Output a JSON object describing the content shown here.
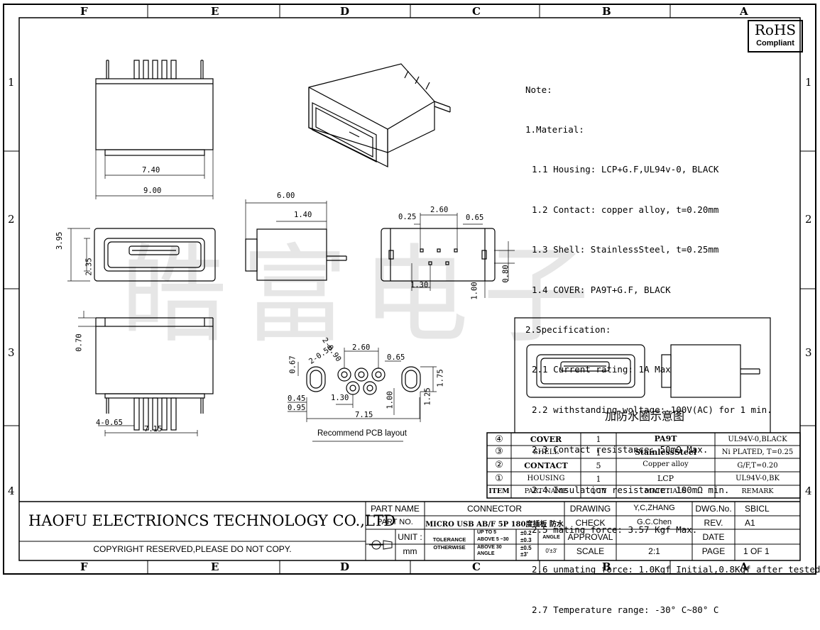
{
  "frame": {
    "top_zones": [
      "F",
      "E",
      "D",
      "C",
      "B",
      "A"
    ],
    "bottom_zones": [
      "F",
      "E",
      "D",
      "C",
      "B",
      "A"
    ],
    "left_zones": [
      "1",
      "2",
      "3",
      "4"
    ],
    "right_zones": [
      "1",
      "2",
      "3",
      "4"
    ]
  },
  "rohs": {
    "line1": "RoHS",
    "line2": "Compliant"
  },
  "watermark": "皓富电子",
  "notes": {
    "title": "Note:",
    "lines": [
      "1.Material:",
      "1.1 Housing: LCP+G.F,UL94v-0, BLACK",
      "1.2 Contact: copper alloy, t=0.20mm",
      "1.3 Shell: StainlessSteel, t=0.25mm",
      "1.4 COVER: PA9T+G.F, BLACK",
      "2.Specification:",
      "2.1 Current rating: 1A Max",
      "2.2 withstanding woltage: 100V(AC) for 1 min.",
      "2.3 Contact resistance: 50mΩ Max.",
      "2.4 Insulation resistance: 100mΩ min.",
      "2.5 mating force: 3.57 Kgf Max.",
      "2.6 unmating force: 1.0Kgf Initial,0.8Kgf after tested.",
      "2.7 Temperature range: -30° C~80° C"
    ]
  },
  "dims": {
    "d740": "7.40",
    "d900": "9.00",
    "d600": "6.00",
    "d140": "1.40",
    "d395": "3.95",
    "d235": "2.35",
    "d025": "0.25",
    "d260": "2.60",
    "d065": "0.65",
    "d080": "0.80",
    "d130": "1.30",
    "d100": "1.00",
    "d070": "0.70",
    "d465": "4-0.65",
    "d715": "7.15",
    "p090": "2-0.90",
    "p050": "2-0.50",
    "p260": "2.60",
    "p065": "0.65",
    "p067": "0.67",
    "p175": "1.75",
    "p045": "0.45",
    "p095": "0.95",
    "p130": "1.30",
    "p100": "1.00",
    "p125": "1.25",
    "p715": "7.15"
  },
  "pcb_label": "Recommend PCB layout",
  "waterproof_label": "加防水圈示意图",
  "bom": {
    "rows": [
      {
        "item": "④",
        "name": "COVER",
        "qty": "1",
        "material": "PA9T",
        "remark": "UL94V-0,BLACK"
      },
      {
        "item": "③",
        "name": "SHELL",
        "qty": "1",
        "material": "StainlessSteel",
        "remark": "Ni PLATED, T=0.25"
      },
      {
        "item": "②",
        "name": "CONTACT",
        "qty": "5",
        "material": "Copper alloy",
        "remark": "G/F,T=0.20"
      },
      {
        "item": "①",
        "name": "HOUSING",
        "qty": "1",
        "material": "LCP",
        "remark": "UL94V-0,BK"
      }
    ],
    "header": {
      "item": "ITEM",
      "name": "PART NAME",
      "qty": "Q'TY",
      "material": "MATETIALS",
      "remark": "REMARK"
    }
  },
  "title_block": {
    "company": "HAOFU ELECTRIONCS TECHNOLOGY CO.,LTD",
    "copyright": "COPYRIGHT RESERVED,PLEASE DO NOT COPY.",
    "part_name_label": "PART NAME",
    "part_name": "CONNECTOR",
    "part_no_label": "PART NO.",
    "part_no": "MICRO USB AB/F 5P 180度插板 防水",
    "unit_label": "UNIT :",
    "unit": "mm",
    "tolerance": "TOLERANCE",
    "otherwise": "OTHERWISE",
    "tol1": "UP TO 5",
    "tol2": "ABOVE 5 ~30",
    "tol3": "ABOVE 30",
    "tol4": "ANGLE",
    "tv1": "±0.2",
    "tv2": "±0.3",
    "tv3": "±0.5",
    "tv4": "±3'",
    "angle_label": "ANGLE",
    "angle_val": "0'±3'",
    "drawing_label": "DRAWING",
    "drawing": "Y,C,ZHANG",
    "check_label": "CHECK",
    "check": "G.C.Chen",
    "approval_label": "APPROVAL",
    "scale_label": "SCALE",
    "scale": "2:1",
    "dwgno_label": "DWG.No.",
    "dwgno": "SBICL",
    "rev_label": "REV.",
    "rev": "A1",
    "date_label": "DATE",
    "date": "",
    "page_label": "PAGE",
    "page": "1 OF 1"
  }
}
